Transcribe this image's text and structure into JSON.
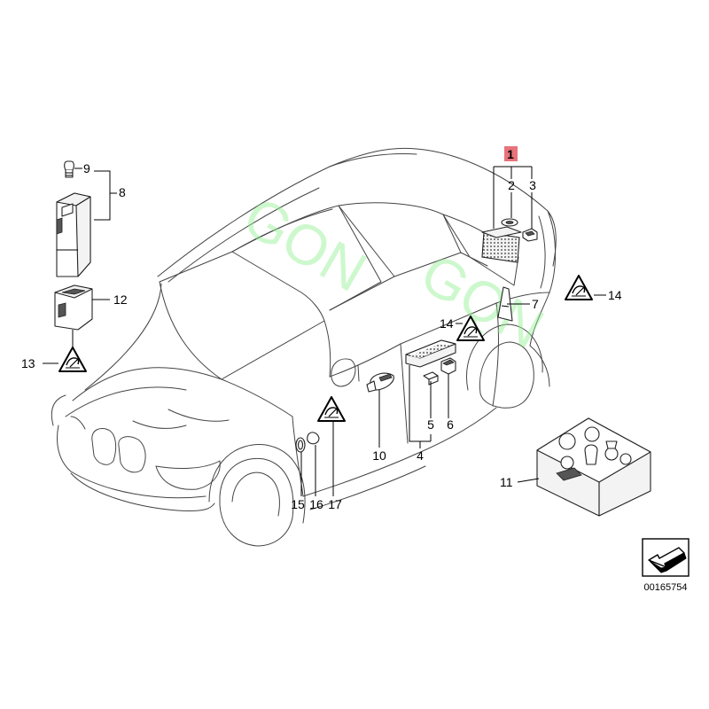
{
  "colors": {
    "callout_highlight": "#e8737a",
    "watermark": "#90f090",
    "line": "#000000"
  },
  "watermark": {
    "text_1": "GON",
    "text_2": "GQN"
  },
  "callouts": {
    "c1": "1",
    "c2": "2",
    "c3": "3",
    "c4": "4",
    "c5": "5",
    "c6": "6",
    "c7": "7",
    "c8": "8",
    "c9": "9",
    "c10": "10",
    "c11": "11",
    "c12": "12",
    "c13": "13",
    "c14a": "14",
    "c14b": "14",
    "c15": "15",
    "c16": "16",
    "c17": "17"
  },
  "document_number": "00165754",
  "icons": {
    "warning_triangle": "warning-triangle-icon",
    "direction_arrow": "direction-arrow-icon"
  }
}
